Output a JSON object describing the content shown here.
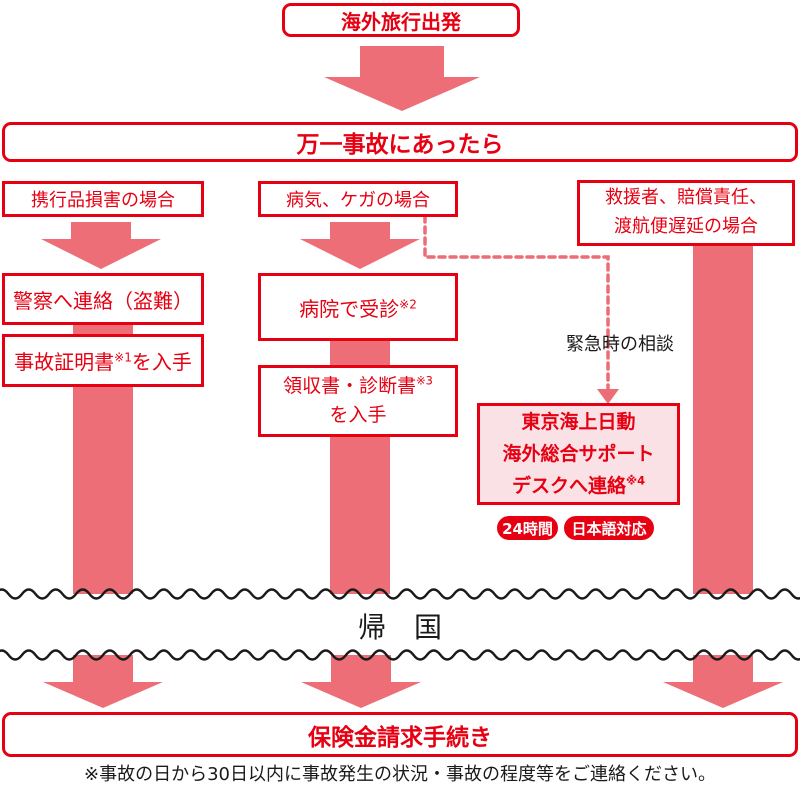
{
  "colors": {
    "brand_red": "#e60012",
    "arrow_salmon": "#ee6e78",
    "desk_pink": "#fae1e5",
    "text_black": "#1a1a1a"
  },
  "flow": {
    "depart": "海外旅行出発",
    "accident": "万一事故にあったら",
    "baggage": {
      "header": "携行品損害の場合",
      "police": "警察へ連絡（盗難）",
      "cert_pre": "事故証明書",
      "cert_sup": "※1",
      "cert_post": "を入手"
    },
    "sickness": {
      "header": "病気、ケガの場合",
      "hospital_pre": "病院で受診",
      "hospital_sup": "※2",
      "receipt_line1_pre": "領収書・診断書",
      "receipt_line1_sup": "※3",
      "receipt_line2": "を入手"
    },
    "rescue": {
      "header_line1": "救援者、賠償責任、",
      "header_line2": "渡航便遅延の場合"
    },
    "emergency": {
      "label": "緊急時の相談",
      "desk_line1": "東京海上日動",
      "desk_line2": "海外総合サポート",
      "desk_line3_pre": "デスクへ連絡",
      "desk_line3_sup": "※4",
      "badge_hours": "24時間",
      "badge_lang": "日本語対応"
    },
    "return_home": "帰　国",
    "claim": "保険金請求手続き",
    "footnote": "※事故の日から30日以内に事故発生の状況・事故の程度等をご連絡ください。"
  }
}
